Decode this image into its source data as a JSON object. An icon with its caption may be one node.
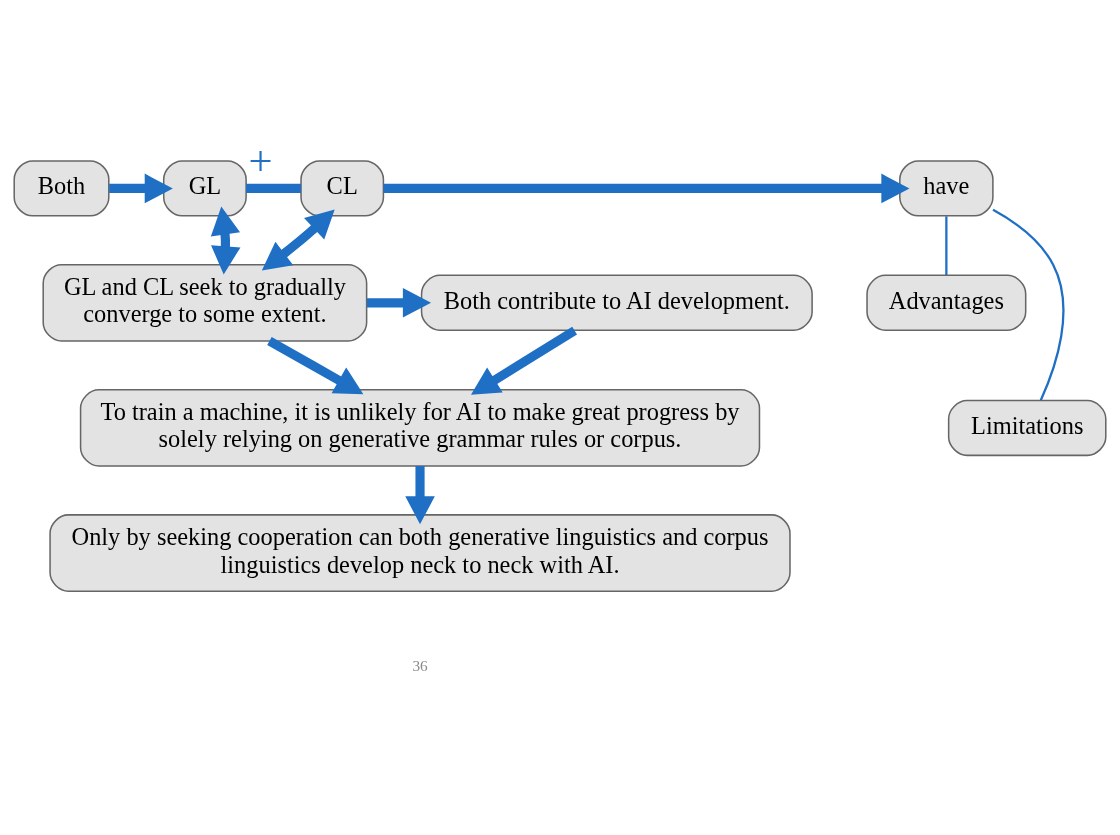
{
  "diagram": {
    "nodes": [
      {
        "text": [
          "Both"
        ]
      },
      {
        "text": [
          "GL"
        ]
      },
      {
        "text": [
          "CL"
        ]
      },
      {
        "text": [
          "have"
        ]
      },
      {
        "text": [
          "Advantages"
        ]
      },
      {
        "text": [
          "Limitations"
        ]
      },
      {
        "text": [
          "GL and CL seek to gradually converge to some extent."
        ]
      },
      {
        "text": [
          "Both contribute to AI development."
        ]
      },
      {
        "text": [
          "To train a machine, it is unlikely for AI to make great progress by solely relying on generative grammar rules or corpus."
        ]
      },
      {
        "text": [
          "Only by seeking cooperation can both generative linguistics and corpus linguistics develop neck to neck with AI."
        ]
      }
    ],
    "edges": [
      {
        "from": 0,
        "to": 1,
        "arrow": "to"
      },
      {
        "from": 1,
        "to": 2,
        "arrow": "none",
        "label": "+"
      },
      {
        "from": 2,
        "to": 3,
        "arrow": "to"
      },
      {
        "from": 3,
        "to": 4,
        "arrow": "none"
      },
      {
        "from": 3,
        "to": 5,
        "arrow": "none"
      },
      {
        "from": 6,
        "to": 1,
        "arrow": "both"
      },
      {
        "from": 6,
        "to": 2,
        "arrow": "both"
      },
      {
        "from": 6,
        "to": 7,
        "arrow": "to"
      },
      {
        "from": 6,
        "to": 8,
        "arrow": "to"
      },
      {
        "from": 7,
        "to": 8,
        "arrow": "to"
      },
      {
        "from": 8,
        "to": 9,
        "arrow": "to"
      }
    ],
    "labels": [
      "36"
    ]
  }
}
